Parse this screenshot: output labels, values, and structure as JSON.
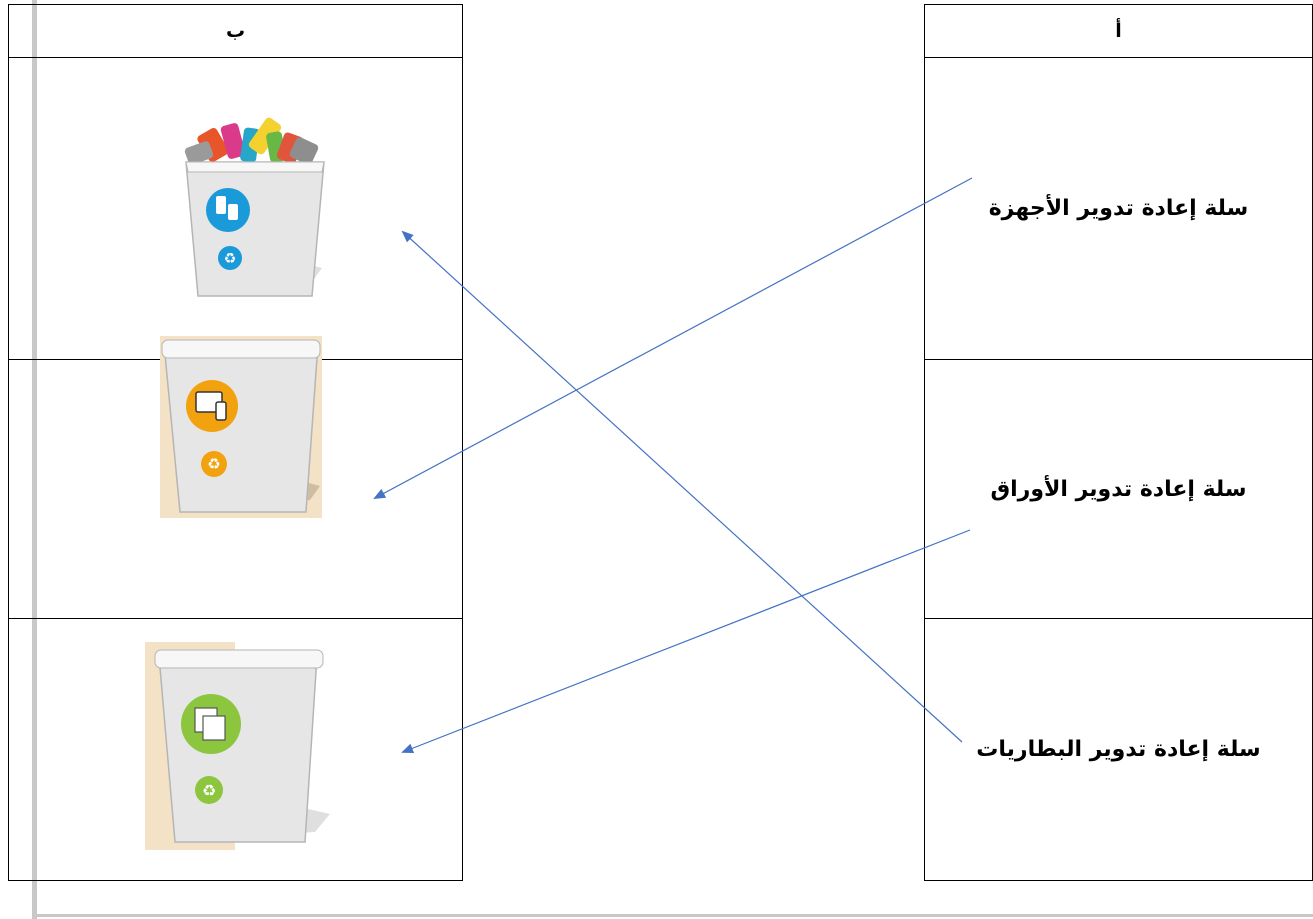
{
  "column_b": {
    "header": "ب"
  },
  "column_a": {
    "header": "أ",
    "items": [
      "سلة إعادة تدوير الأجهزة",
      "سلة إعادة تدوير الأوراق",
      "سلة إعادة تدوير البطاريات"
    ]
  },
  "bins": [
    {
      "icon": "battery-recycling-bin-icon",
      "badge_color": "#1a9ad9"
    },
    {
      "icon": "device-recycling-bin-icon",
      "badge_color": "#f2a20e"
    },
    {
      "icon": "paper-recycling-bin-icon",
      "badge_color": "#8cc63f"
    }
  ],
  "connector_color": "#4472c4"
}
